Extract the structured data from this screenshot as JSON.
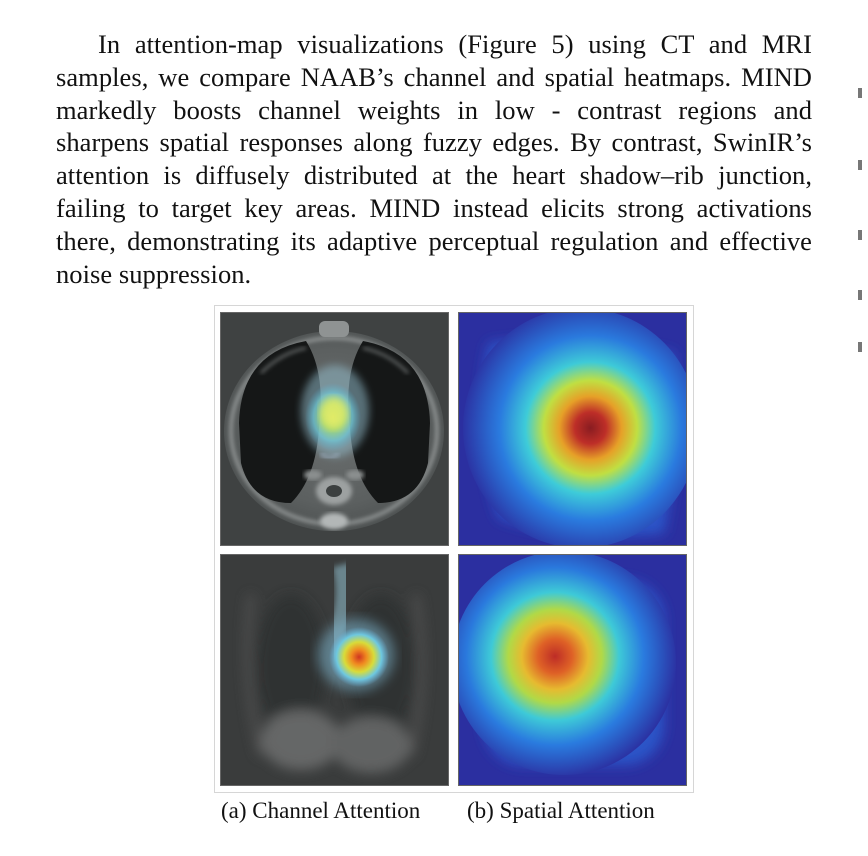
{
  "paragraph": {
    "text": "In attention-map visualizations (Figure 5) using CT and MRI samples, we compare NAAB’s channel and spatial heatmaps. MIND markedly boosts channel weights in low - contrast regions and sharpens spatial responses along fuzzy edges. By contrast, SwinIR’s attention is diffusely distributed at the heart shadow–rib junction, failing to target key areas. MIND instead elicits strong activations there, demonstrating its adaptive perceptual regulation and effective noise suppression."
  },
  "figure": {
    "caption_a": "(a) Channel Attention",
    "caption_b": "(b) Spatial Attention",
    "heatmap_colors": [
      "#2b2fa0",
      "#2a7de0",
      "#3fd0d8",
      "#c8e43a",
      "#f0a21e",
      "#c52a1e",
      "#8e1717"
    ]
  }
}
